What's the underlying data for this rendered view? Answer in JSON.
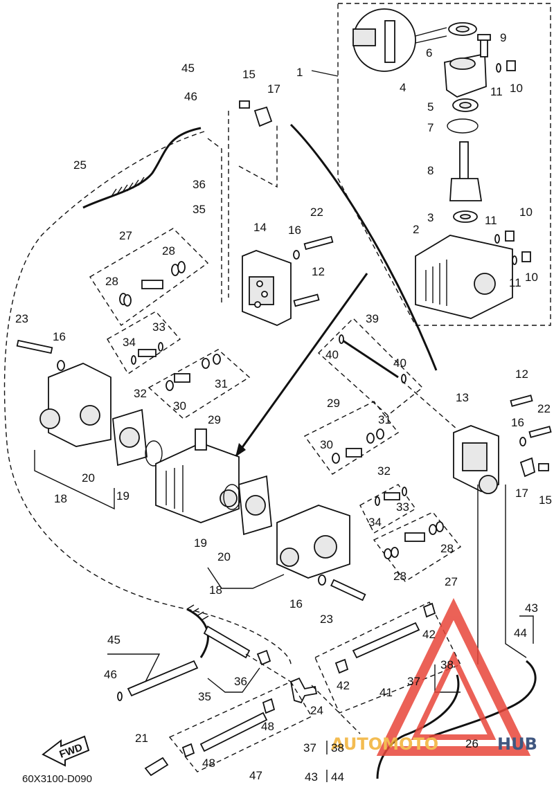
{
  "diagram_code": "60X3100-D090",
  "fwd_label": "FWD",
  "watermark": {
    "text_a": "AUTOMOTO",
    "text_b": "HUB",
    "color_a": "#f2b134",
    "color_b": "#1f3a6b",
    "triangle_color": "#e8463a"
  },
  "callouts": {
    "c1": "1",
    "c2": "2",
    "c3": "3",
    "c4": "4",
    "c5": "5",
    "c6": "6",
    "c7": "7",
    "c8": "8",
    "c9": "9",
    "c10a": "10",
    "c10b": "10",
    "c10c": "10",
    "c11a": "11",
    "c11b": "11",
    "c11c": "11",
    "c12a": "12",
    "c12b": "12",
    "c13": "13",
    "c14": "14",
    "c15a": "15",
    "c15b": "15",
    "c16a": "16",
    "c16b": "16",
    "c16c": "16",
    "c16d": "16",
    "c17a": "17",
    "c17b": "17",
    "c18a": "18",
    "c18b": "18",
    "c19a": "19",
    "c19b": "19",
    "c20a": "20",
    "c20b": "20",
    "c21": "21",
    "c22a": "22",
    "c22b": "22",
    "c23a": "23",
    "c23b": "23",
    "c24": "24",
    "c25": "25",
    "c26": "26",
    "c27a": "27",
    "c27b": "27",
    "c28a": "28",
    "c28b": "28",
    "c28c": "28",
    "c28d": "28",
    "c29a": "29",
    "c29b": "29",
    "c30a": "30",
    "c30b": "30",
    "c31a": "31",
    "c31b": "31",
    "c32a": "32",
    "c32b": "32",
    "c33a": "33",
    "c33b": "33",
    "c34a": "34",
    "c34b": "34",
    "c35a": "35",
    "c35b": "35",
    "c36a": "36",
    "c36b": "36",
    "c37a": "37",
    "c37b": "37",
    "c38a": "38",
    "c38b": "38",
    "c39": "39",
    "c40a": "40",
    "c40b": "40",
    "c41": "41",
    "c42a": "42",
    "c42b": "42",
    "c43a": "43",
    "c43b": "43",
    "c44a": "44",
    "c44b": "44",
    "c45a": "45",
    "c45b": "45",
    "c46a": "46",
    "c46b": "46",
    "c47": "47",
    "c48a": "48",
    "c48b": "48"
  }
}
